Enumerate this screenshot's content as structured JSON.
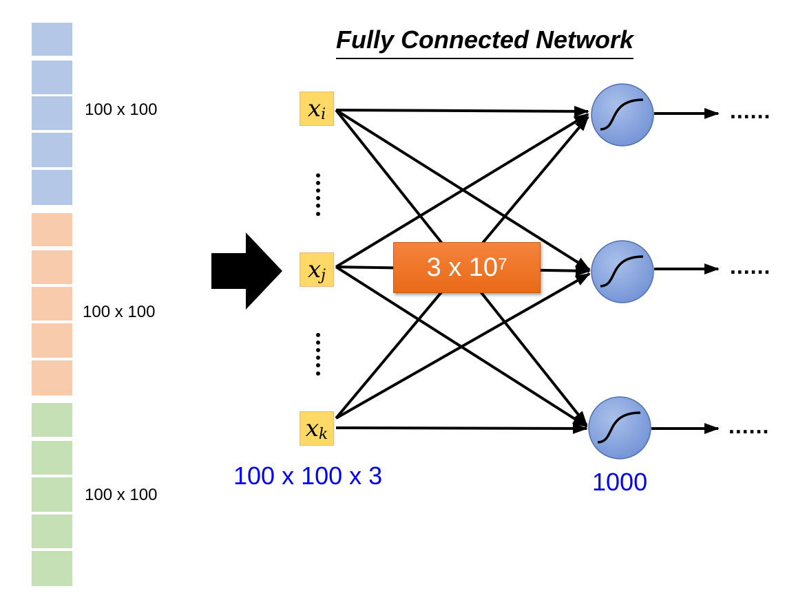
{
  "title": "Fully Connected Network",
  "input_vector": {
    "labels": [
      "100 x 100",
      "100 x 100",
      "100 x 100"
    ],
    "colors": {
      "blue": "#b4c7e7",
      "orange": "#f8cbad",
      "green": "#c5e0b4"
    }
  },
  "inputs": {
    "nodes": [
      {
        "var": "x",
        "sub": "i"
      },
      {
        "var": "x",
        "sub": "j"
      },
      {
        "var": "x",
        "sub": "k"
      }
    ],
    "vertical_dots": "......",
    "size_label": "100 x 100 x 3",
    "color": "#ffd966"
  },
  "neurons": {
    "count_label": "1000",
    "trailing_dots": [
      "......",
      "......",
      "......"
    ],
    "color": "#8faadc"
  },
  "parameters": {
    "base": "3 x 10",
    "exponent": "7",
    "color": "#ed7d31"
  },
  "accent_text_color": "#0000ff"
}
